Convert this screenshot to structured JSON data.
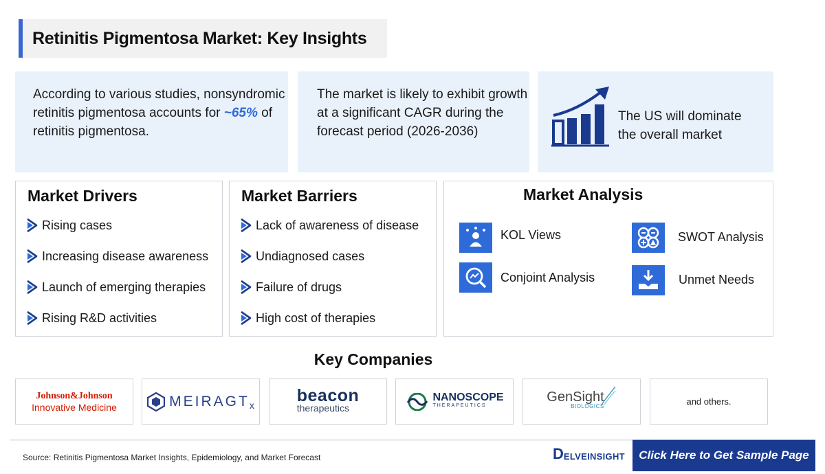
{
  "title": "Retinitis Pigmentosa Market: Key Insights",
  "insights": {
    "card1": {
      "before": "According to various studies, nonsyndromic retinitis pigmentosa accounts for ",
      "highlight": "~65%",
      "after": " of retinitis pigmentosa."
    },
    "card2": {
      "text": "The market is likely to exhibit growth at a significant CAGR during the forecast period (2026-2036)"
    },
    "card3": {
      "text": "The US will dominate the overall market",
      "icon": "growth-chart-icon"
    }
  },
  "drivers": {
    "title": "Market Drivers",
    "items": [
      "Rising cases",
      "Increasing disease awareness",
      "Launch of emerging therapies",
      "Rising R&D activities"
    ]
  },
  "barriers": {
    "title": "Market Barriers",
    "items": [
      "Lack of awareness of disease",
      "Undiagnosed cases",
      "Failure of drugs",
      "High cost of therapies"
    ]
  },
  "analysis": {
    "title": "Market Analysis",
    "items": [
      {
        "label": "KOL Views",
        "icon": "kol-icon"
      },
      {
        "label": "SWOT Analysis",
        "icon": "swot-icon"
      },
      {
        "label": "Conjoint Analysis",
        "icon": "conjoint-icon"
      },
      {
        "label": "Unmet Needs",
        "icon": "unmet-needs-icon"
      }
    ]
  },
  "companies": {
    "title": "Key Companies",
    "jnj": {
      "line1": "Johnson&Johnson",
      "line2": "Innovative Medicine"
    },
    "meira": {
      "main": "MEIRAGT",
      "sub": "x"
    },
    "beacon": {
      "main": "beacon",
      "sub": "therapeutics"
    },
    "nanoscope": {
      "main": "NANOSCOPE",
      "sub": "THERAPEUTICS"
    },
    "gensight": {
      "main": "GenSight",
      "sub": "BIOLOGICS"
    },
    "others": "and others."
  },
  "footer": {
    "source": "Source: Retinitis Pigmentosa Market Insights, Epidemiology, and Market Forecast",
    "brand_initial": "D",
    "brand_rest": "ELVEINSIGHT",
    "cta": "Click Here to Get Sample Page"
  },
  "colors": {
    "accent": "#2f6ad9",
    "navy": "#1a3a8f",
    "card_bg": "#e9f1fb",
    "jnj_red": "#d51900"
  }
}
